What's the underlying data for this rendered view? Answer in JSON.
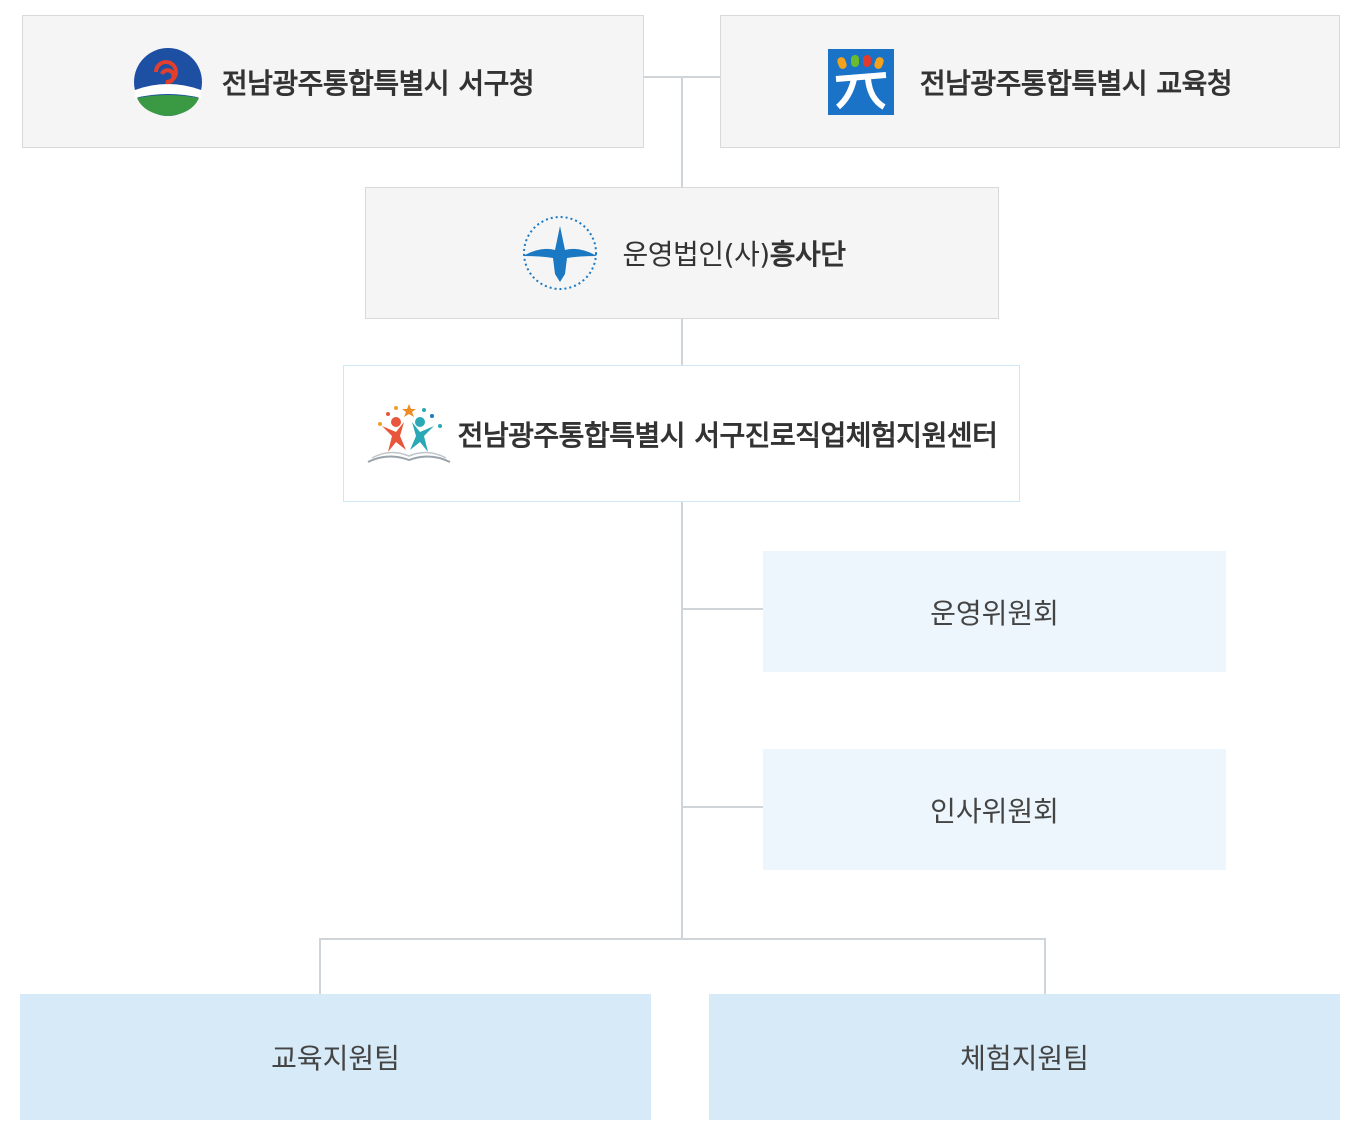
{
  "top": {
    "district_office": {
      "label": "전남광주통합특별시 서구청",
      "logo_icon": "district-emblem-icon"
    },
    "education_office": {
      "label": "전남광주통합특별시 교육청",
      "logo_icon": "education-office-emblem-icon"
    }
  },
  "operator": {
    "label_prefix": "운영법인(사)",
    "label_name": "흥사단",
    "logo_icon": "heungsadan-crane-icon"
  },
  "center": {
    "label": "전남광주통합특별시 서구진로직업체험지원센터",
    "logo_icon": "career-center-children-book-icon"
  },
  "committees": [
    {
      "label": "운영위원회"
    },
    {
      "label": "인사위원회"
    }
  ],
  "teams": [
    {
      "label": "교육지원팀"
    },
    {
      "label": "체험지원팀"
    }
  ],
  "colors": {
    "top_box_bg": "#f5f5f5",
    "top_box_border": "#d9d9d9",
    "center_border": "#cfe6f3",
    "committee_bg": "#edf6fc",
    "team_bg": "#d6eaf7",
    "connector": "#cfd4d8"
  }
}
